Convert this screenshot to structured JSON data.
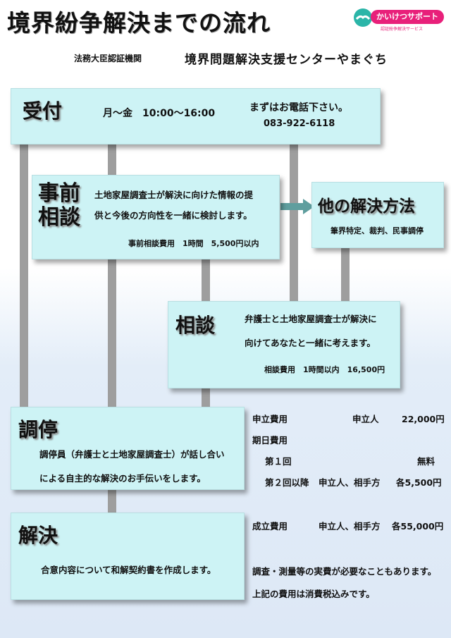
{
  "header": {
    "title": "境界紛争解決までの流れ",
    "org_label": "法務大臣認証機関",
    "org_name": "境界問題解決支援センターやまぐち",
    "logo_text": "かいけつサポート",
    "logo_sub": "認証紛争解決サービス"
  },
  "uketsuke": {
    "heading": "受付",
    "hours": "月～金　10:00～16:00",
    "call": "まずはお電話下さい。",
    "phone": "083-922-6118"
  },
  "jizen": {
    "heading_1": "事前",
    "heading_2": "相談",
    "line_1": "土地家屋調査士が解決に向けた情報の提",
    "line_2": "供と今後の方向性を一緒に検討します。",
    "fee": "事前相談費用　1時間　5,500円以内"
  },
  "other": {
    "heading": "他の解決方法",
    "desc": "筆界特定、裁判、民事調停"
  },
  "soudan": {
    "heading": "相談",
    "line_1": "弁護士と土地家屋調査士が解決に",
    "line_2": "向けてあなたと一緒に考えます。",
    "fee": "相談費用　1時間以内　16,500円"
  },
  "choutei": {
    "heading": "調停",
    "line_1": "調停員（弁護士と土地家屋調査士）が話し合い",
    "line_2": "による自主的な解決のお手伝いをします。"
  },
  "choutei_fees": {
    "apply_label": "申立費用",
    "apply_party": "申立人",
    "apply_amount": "22,000円",
    "session_label": "期日費用",
    "first_label": "第１回",
    "first_amount": "無料",
    "second_label": "第２回以降",
    "second_party": "申立人、相手方",
    "second_amount": "各5,500円"
  },
  "kaiketsu": {
    "heading": "解決",
    "line": "合意内容について和解契約書を作成します。"
  },
  "kaiketsu_fees": {
    "success_label": "成立費用",
    "success_party": "申立人、相手方",
    "success_amount": "各55,000円",
    "note_1": "調査・測量等の実費が必要なこともあります。",
    "note_2": "上記の費用は消費税込みです。"
  },
  "colors": {
    "box_fill": "#cdf3f5",
    "connector": "#9e9e9e",
    "arrow": "#5f9e9e",
    "logo": "#e8207a"
  }
}
